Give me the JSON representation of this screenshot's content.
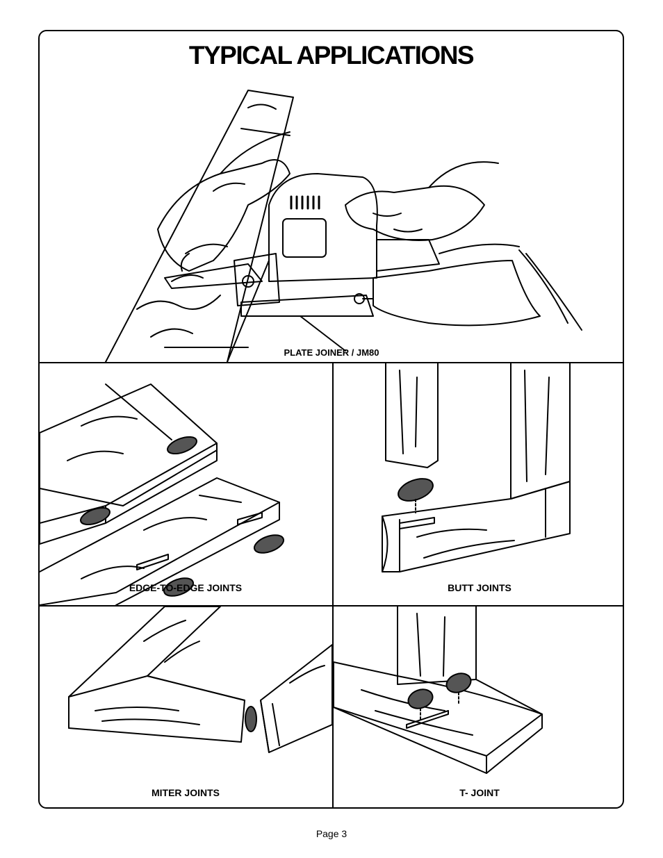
{
  "page": {
    "title": "TYPICAL APPLICATIONS",
    "footer": "Page 3"
  },
  "panels": {
    "main": {
      "caption": "PLATE JOINER / JM80"
    },
    "edge": {
      "caption": "EDGE-TO-EDGE JOINTS"
    },
    "butt": {
      "caption": "BUTT JOINTS"
    },
    "miter": {
      "caption": "MITER JOINTS"
    },
    "tjoint": {
      "caption": "T- JOINT"
    }
  }
}
